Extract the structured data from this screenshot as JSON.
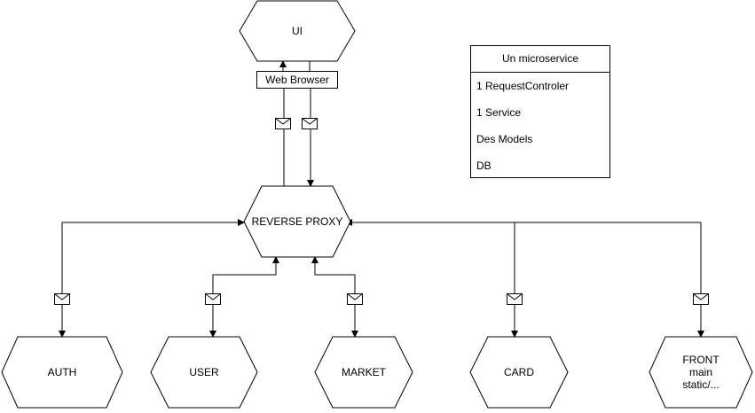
{
  "nodes": {
    "ui": "UI",
    "reverse_proxy": "REVERSE PROXY",
    "auth": "AUTH",
    "user": "USER",
    "market": "MARKET",
    "card": "CARD",
    "front": [
      "FRONT",
      "main",
      "static/..."
    ]
  },
  "web_browser": "Web Browser",
  "legend": {
    "title": "Un microservice",
    "items": [
      "1 RequestControler",
      "1 Service",
      "Des Models",
      "DB"
    ]
  },
  "colors": {
    "stroke": "#000000",
    "background": "#ffffff"
  },
  "icons": {
    "message": "envelope-icon"
  }
}
